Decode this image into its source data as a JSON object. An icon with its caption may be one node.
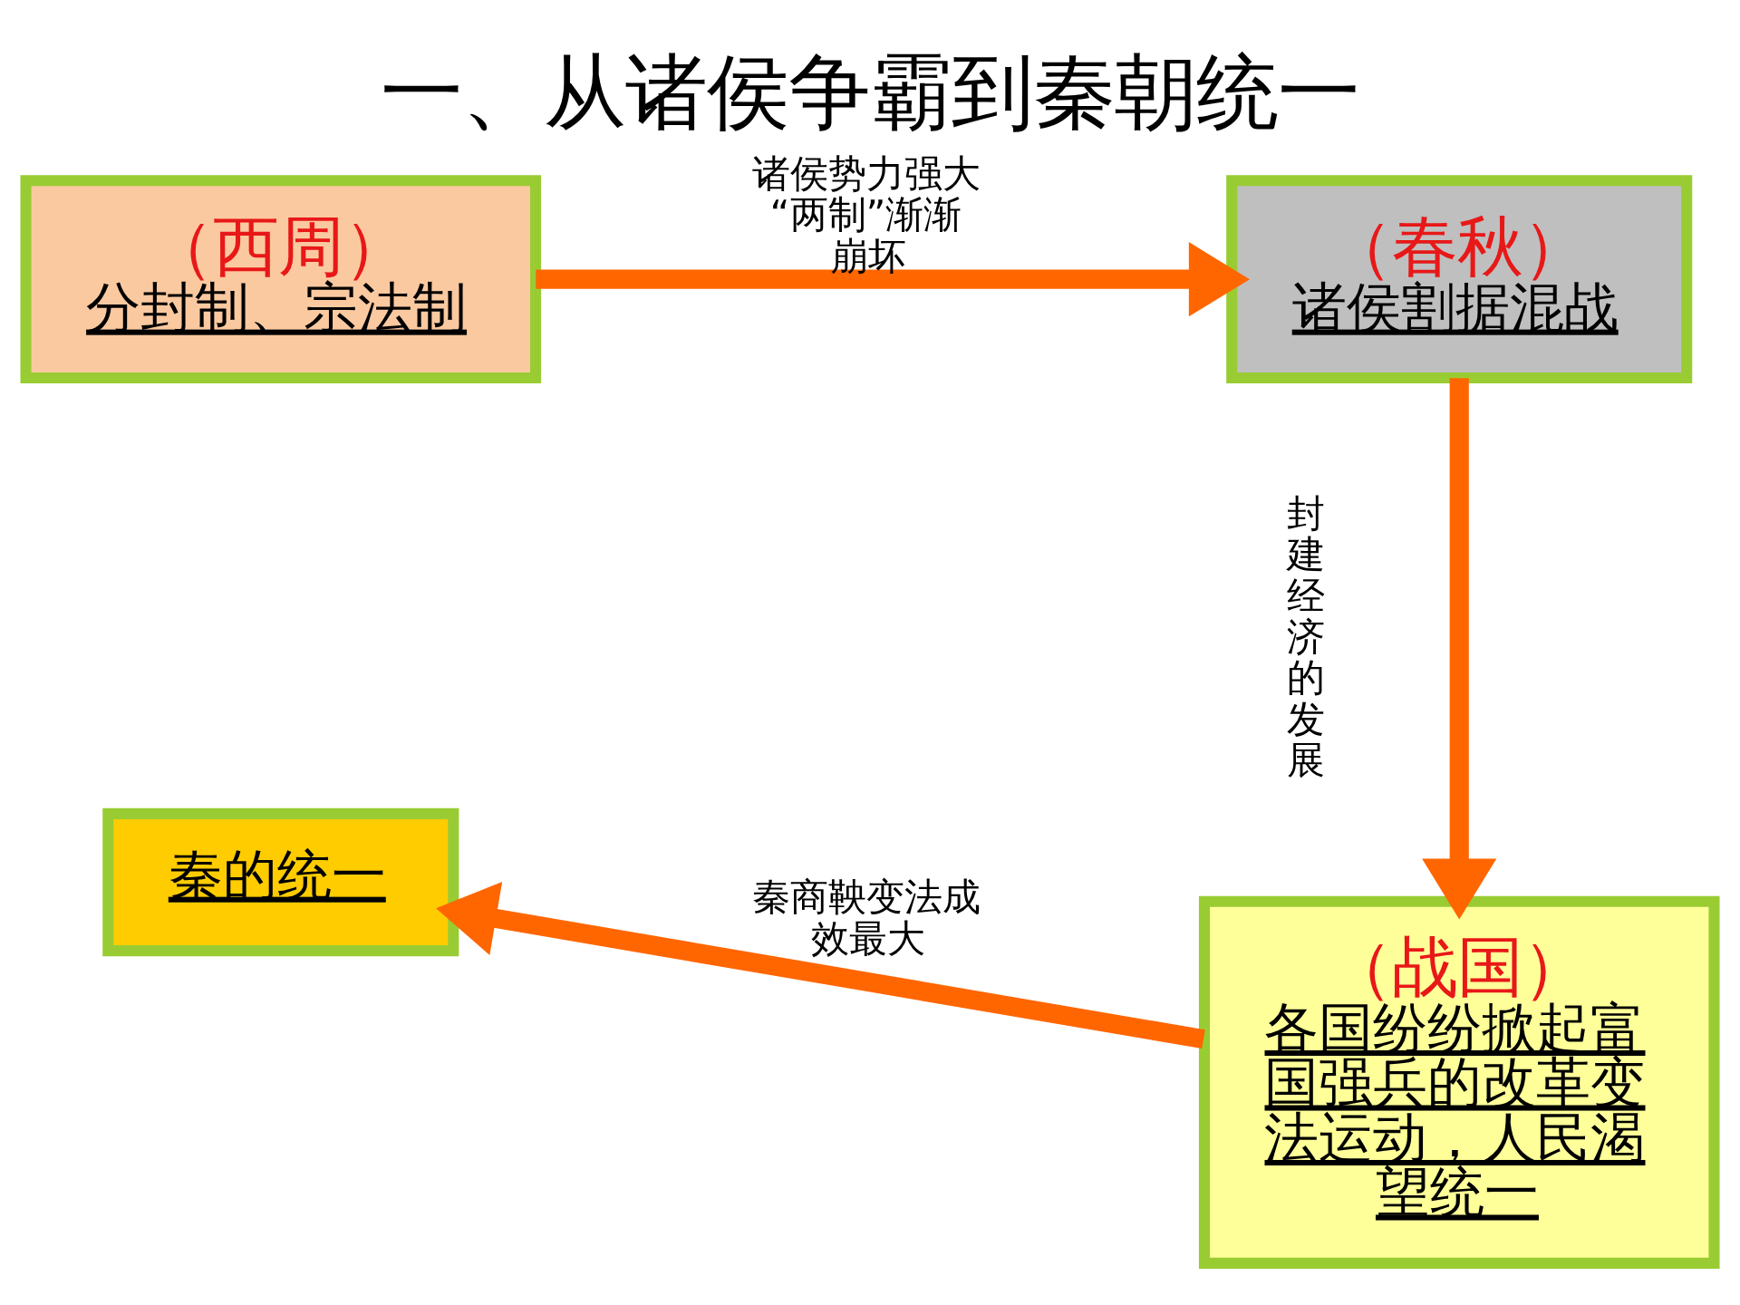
{
  "diagram": {
    "title": "一、从诸侯争霸到秦朝统一",
    "nodes": [
      {
        "text": [
          "（西周）",
          "分封制、宗法制"
        ]
      },
      {
        "text": [
          "（春秋）",
          "诸侯割据混战"
        ]
      },
      {
        "text": [
          "（战国）",
          "各国纷纷掀起富国强兵的改革变法运动，人民渴望统一"
        ]
      },
      {
        "text": [
          "秦的统一"
        ]
      }
    ],
    "edges": [
      {
        "from": 0,
        "to": 1,
        "arrow": "to",
        "label": "诸侯势力强大“两制”渐渐崩坏"
      },
      {
        "from": 1,
        "to": 2,
        "arrow": "to",
        "label": "封建经济的发展"
      },
      {
        "from": 2,
        "to": 3,
        "arrow": "to",
        "label": "秦商鞅变法成效最大"
      }
    ]
  }
}
